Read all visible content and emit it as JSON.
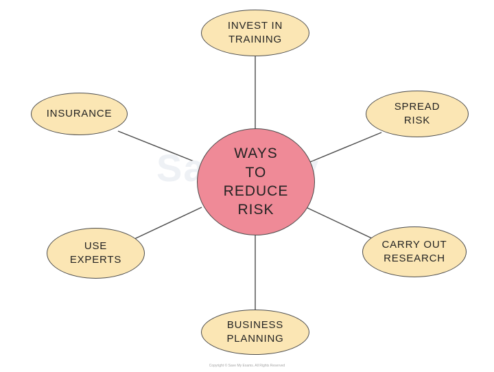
{
  "diagram": {
    "center": {
      "label": "WAYS\nTO\nREDUCE\nRISK"
    },
    "leaves": [
      {
        "key": "training",
        "label": "INVEST  IN\nTRAINING"
      },
      {
        "key": "spread",
        "label": "SPREAD\nRISK"
      },
      {
        "key": "research",
        "label": "CARRY  OUT\nRESEARCH"
      },
      {
        "key": "planning",
        "label": "BUSINESS\nPLANNING"
      },
      {
        "key": "experts",
        "label": "USE\nEXPERTS"
      },
      {
        "key": "insurance",
        "label": "INSURANCE"
      }
    ],
    "colors": {
      "center_fill": "#ef8a97",
      "leaf_fill": "#fbe6b4",
      "outline": "#4a4a4a",
      "connector": "#4a4a4a"
    }
  },
  "watermark": "Save My",
  "copyright": "Copyright © Save My Exams. All Rights Reserved"
}
